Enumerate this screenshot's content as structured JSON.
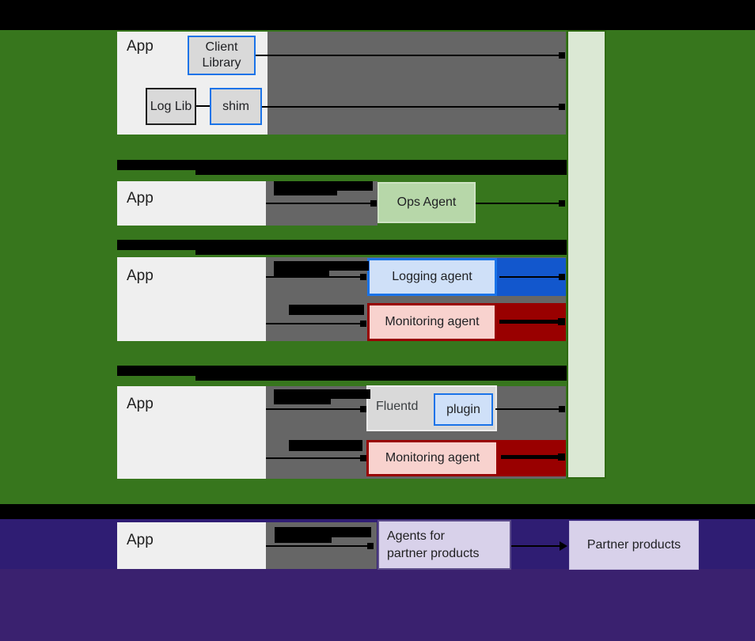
{
  "diagram": {
    "labels": {
      "app": "App",
      "client_library": "Client Library",
      "log_lib": "Log Lib",
      "shim": "shim",
      "ops_agent": "Ops Agent",
      "logging_agent": "Logging agent",
      "monitoring_agent": "Monitoring agent",
      "fluentd": "Fluentd",
      "plugin": "plugin",
      "agents_for_partner_line1": "Agents for",
      "agents_for_partner_line2": "partner products",
      "partner_products": "Partner products"
    },
    "colors": {
      "background_black": "#000000",
      "cloud_green": "#37761d",
      "partner_purple_top": "#2f1d73",
      "partner_purple_bottom": "#3a216f",
      "vm_box_gray": "#666666",
      "app_box_white": "#efefef",
      "component_gray": "#d9d9d9",
      "google_blue_border": "#1a73e8",
      "light_blue_fill": "#cfe0f8",
      "logging_bar_blue": "#1257cd",
      "ops_agent_green": "#b7d7a9",
      "api_bar_light_green": "#dbe8d4",
      "api_bar_border_green": "#2f6b12",
      "monitoring_dark_red": "#990000",
      "monitoring_pink": "#f8d2ce",
      "partner_lavender": "#d8d1ea"
    }
  }
}
